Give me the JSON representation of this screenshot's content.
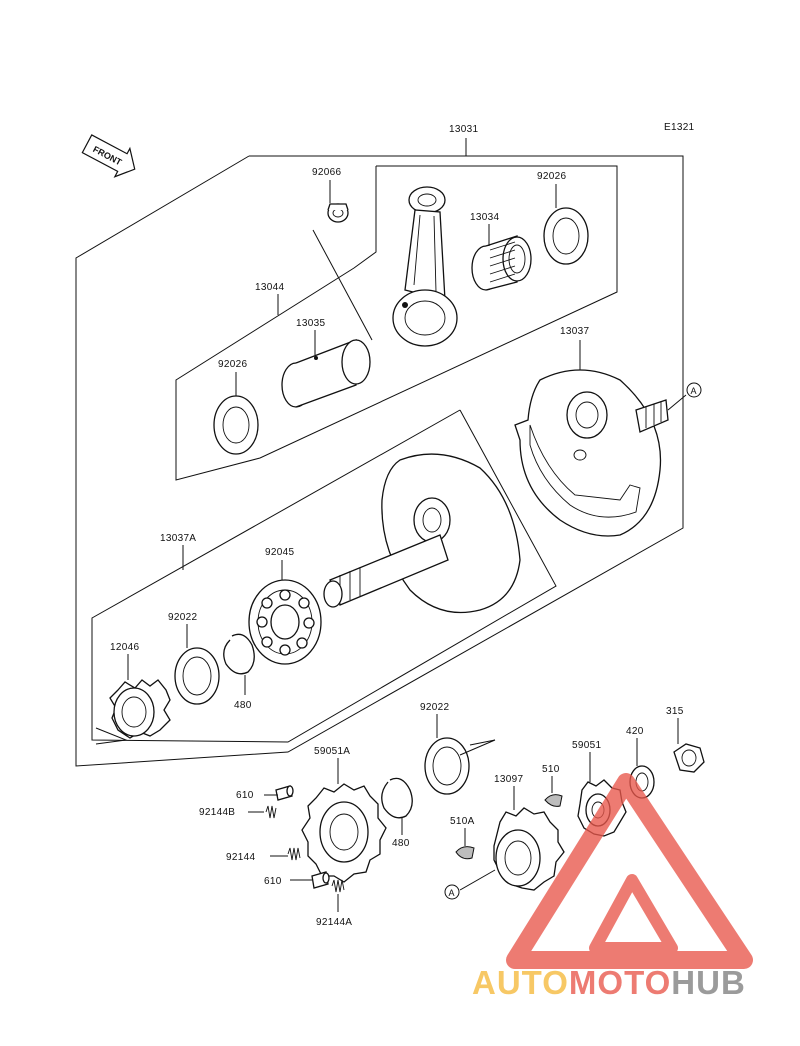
{
  "diagram_code": "E1321",
  "front_marker": "FRONT",
  "ref_marker": "A",
  "labels": {
    "p13031": "13031",
    "p92066": "92066",
    "p92026_top": "92026",
    "p13034": "13034",
    "p13044": "13044",
    "p13035": "13035",
    "p92026_left": "92026",
    "p13037": "13037",
    "p13037A": "13037A",
    "p92045": "92045",
    "p92022_top": "92022",
    "p12046": "12046",
    "p480_top": "480",
    "p92022_bottom": "92022",
    "p315": "315",
    "p420": "420",
    "p59051A": "59051A",
    "p59051": "59051",
    "p510": "510",
    "p610_top": "610",
    "p92144B": "92144B",
    "p480_bottom": "480",
    "p13097": "13097",
    "p510A": "510A",
    "p92144": "92144",
    "p610_bottom": "610",
    "p92144A": "92144A"
  },
  "watermark": {
    "part1": "AUTO",
    "part2": "MOTO",
    "part3": "HUB",
    "colors": {
      "part1": "#f6b93b",
      "part2": "#e8574b",
      "part3": "#7f7f7f",
      "triangle": "#e8574b"
    }
  }
}
